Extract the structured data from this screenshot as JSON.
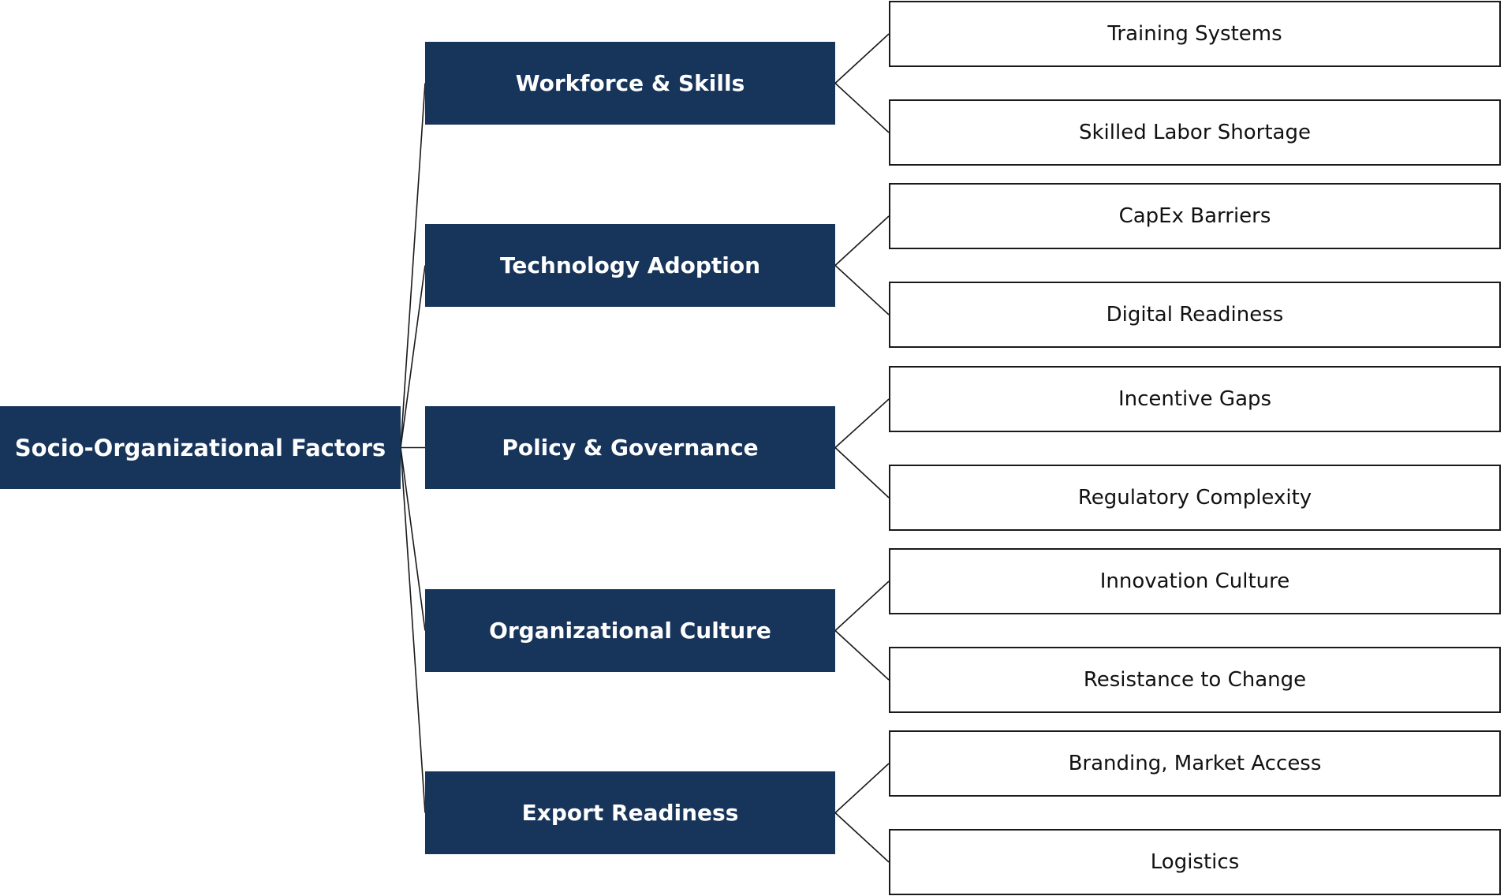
{
  "diagram": {
    "title_node": "Socio-Organizational Factors",
    "root": {
      "label": "Socio-Organizational Factors"
    },
    "branches": [
      {
        "label": "Workforce & Skills",
        "children": [
          {
            "label": "Training Systems"
          },
          {
            "label": "Skilled Labor Shortage"
          }
        ]
      },
      {
        "label": "Technology Adoption",
        "children": [
          {
            "label": "CapEx Barriers"
          },
          {
            "label": "Digital Readiness"
          }
        ]
      },
      {
        "label": "Policy & Governance",
        "children": [
          {
            "label": "Incentive Gaps"
          },
          {
            "label": "Regulatory Complexity"
          }
        ]
      },
      {
        "label": "Organizational Culture",
        "children": [
          {
            "label": "Innovation Culture"
          },
          {
            "label": "Resistance to Change"
          }
        ]
      },
      {
        "label": "Export Readiness",
        "children": [
          {
            "label": "Branding, Market Access"
          },
          {
            "label": "Logistics"
          }
        ]
      }
    ],
    "colors": {
      "node_fill": "#17345A",
      "node_text": "#ffffff",
      "leaf_fill": "#ffffff",
      "leaf_border": "#1a1a1a",
      "leaf_text": "#111111",
      "connector": "#1a1a1a",
      "background": "#ffffff"
    }
  }
}
